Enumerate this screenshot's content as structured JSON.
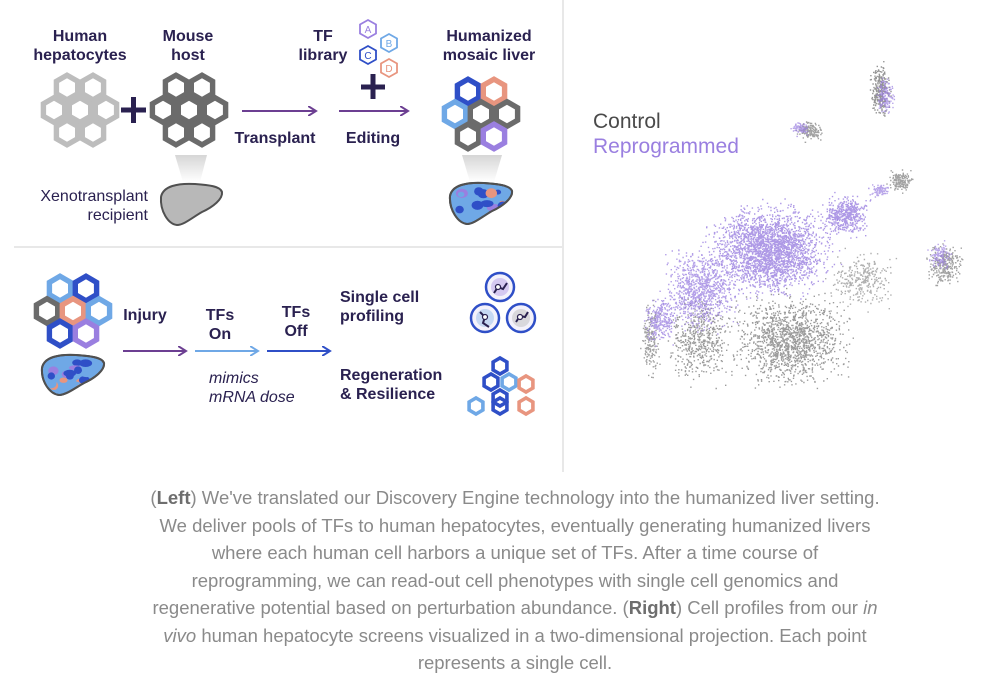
{
  "colors": {
    "navy": "#2a2150",
    "gray_cell": "#bdbdbd",
    "dark_cell": "#6b6b6b",
    "purple": "#6c3f92",
    "light_blue": "#6fa8e6",
    "blue": "#2f4fc7",
    "peach": "#e8957f",
    "lavender": "#9a7fe0",
    "control_gray": "#7a7a7a",
    "reprogrammed_purple": "#9a7fe0"
  },
  "top_panel": {
    "human_hepatocytes": "Human\nhepatocytes",
    "mouse_host": "Mouse\nhost",
    "tf_library": "TF\nlibrary",
    "library_letters": [
      "A",
      "B",
      "C",
      "D"
    ],
    "humanized_mosaic_liver": "Humanized\nmosaic liver",
    "transplant": "Transplant",
    "editing": "Editing",
    "xenotransplant_recipient": "Xenotransplant\nrecipient"
  },
  "bottom_panel": {
    "injury": "Injury",
    "tfs_on": "TFs\nOn",
    "tfs_off": "TFs\nOff",
    "mimics": "mimics\nmRNA dose",
    "single_cell_profiling": "Single cell\nprofiling",
    "regeneration": "Regeneration\n& Resilience"
  },
  "legend": {
    "control": "Control",
    "reprogrammed": "Reprogrammed"
  },
  "caption": {
    "left_tag": "Left",
    "part1": " We've translated our Discovery Engine technology into the humanized liver setting. We deliver pools of TFs to human hepatocytes, eventually generating humanized livers where each human cell harbors a unique set of TFs. After a time course of reprogramming, we can read-out cell phenotypes with single cell genomics and regenerative potential based on perturbation abundance. (",
    "right_tag": "Right",
    "part2": " Cell profiles from our ",
    "in_vivo": "in vivo",
    "part3": " human hepatocyte screens visualized in a two-dimensional projection. Each point represents a single cell."
  }
}
